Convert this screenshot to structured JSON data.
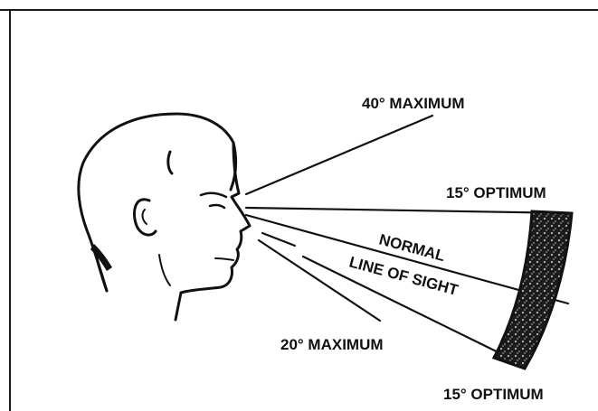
{
  "figure": {
    "title": "",
    "labels": {
      "max_up": "40° MAXIMUM",
      "opt_up": "15° OPTIMUM",
      "normal": "NORMAL",
      "los": "LINE OF SIGHT",
      "max_down": "20° MAXIMUM",
      "opt_down": "15° OPTIMUM"
    }
  },
  "colors": {
    "ink": "#111111",
    "paper": "#ffffff"
  }
}
